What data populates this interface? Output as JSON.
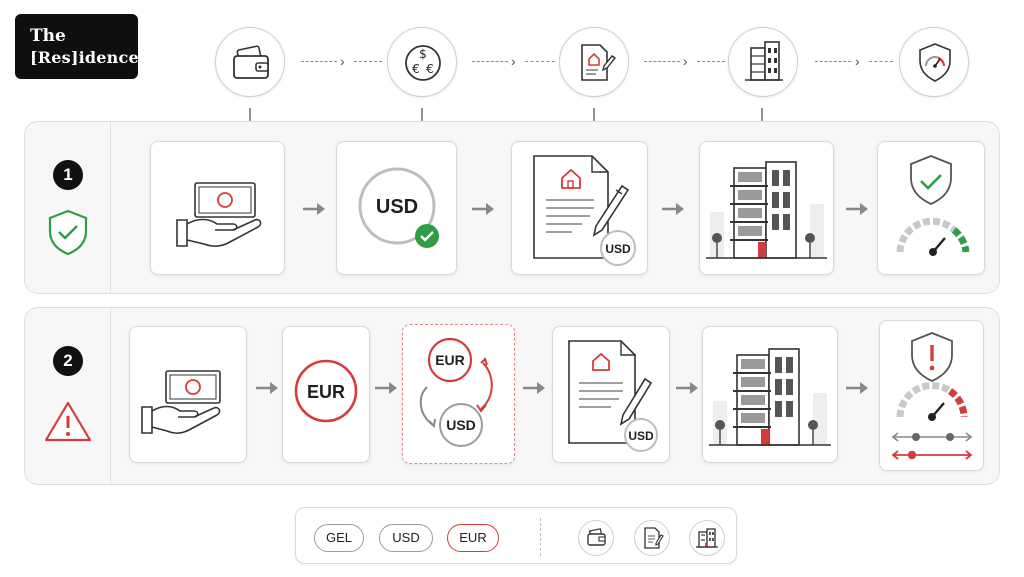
{
  "logo": {
    "line1": "The",
    "line2": "[Res]idence"
  },
  "row1": {
    "number": "1",
    "currency_label": "USD",
    "contract_badge": "USD"
  },
  "row2": {
    "number": "2",
    "currency_label": "EUR",
    "convert_from": "EUR",
    "convert_to": "USD",
    "contract_badge": "USD"
  },
  "legend": {
    "pills": [
      "GEL",
      "USD",
      "EUR"
    ]
  },
  "colors": {
    "accent_green": "#2e9e46",
    "accent_red": "#d63b3b",
    "ink": "#1f1f1f",
    "panel_bg": "#f7f7f7"
  },
  "icons": {
    "top_flow": [
      "wallet-icon",
      "currency-exchange-icon",
      "contract-icon",
      "building-icon",
      "shield-gauge-icon"
    ],
    "row1": [
      "shield-check-icon",
      "cash-hand-icon",
      "usd-coin-icon",
      "signed-contract-icon",
      "apartment-building-icon",
      "secure-gauge-icon"
    ],
    "row2": [
      "warning-triangle-icon",
      "cash-hand-icon",
      "eur-coin-icon",
      "conversion-icon",
      "signed-contract-icon",
      "apartment-building-icon",
      "risk-gauge-icon"
    ],
    "legend": [
      "wallet-icon",
      "contract-icon",
      "building-icon"
    ]
  }
}
